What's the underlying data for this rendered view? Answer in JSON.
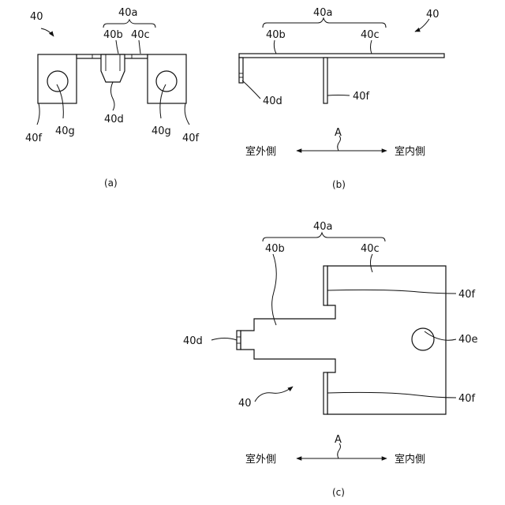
{
  "panel_a": {
    "caption": "(a)",
    "labels": {
      "ref": "40",
      "group": "40a",
      "sub_b": "40b",
      "sub_c": "40c",
      "tab_d": "40d",
      "flange_left": "40f",
      "flange_right": "40f",
      "hole_left": "40g",
      "hole_right": "40g"
    }
  },
  "panel_b": {
    "caption": "(b)",
    "labels": {
      "ref": "40",
      "group": "40a",
      "sub_b": "40b",
      "sub_c": "40c",
      "tab_d": "40d",
      "flange": "40f"
    },
    "direction": {
      "axis": "A",
      "outdoor": "室外側",
      "indoor": "室内側"
    }
  },
  "panel_c": {
    "caption": "(c)",
    "labels": {
      "ref": "40",
      "group": "40a",
      "sub_b": "40b",
      "sub_c": "40c",
      "tab_d": "40d",
      "hole_e": "40e",
      "flange_top": "40f",
      "flange_bottom": "40f"
    },
    "direction": {
      "axis": "A",
      "outdoor": "室外側",
      "indoor": "室内側"
    }
  }
}
